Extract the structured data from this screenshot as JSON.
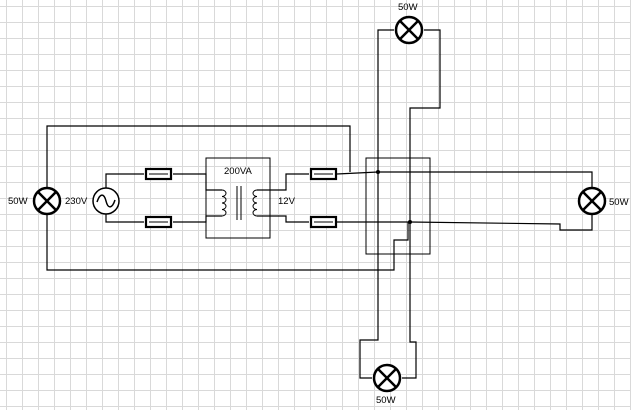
{
  "labels": {
    "lamp_left": "50W",
    "lamp_top": "50W",
    "lamp_right": "50W",
    "lamp_bottom": "50W",
    "source_voltage": "230V",
    "transformer_rating": "200VA",
    "secondary_voltage": "12V"
  },
  "colors": {
    "grid": "#d9d9d9",
    "line": "#000000",
    "background": "#ffffff"
  }
}
